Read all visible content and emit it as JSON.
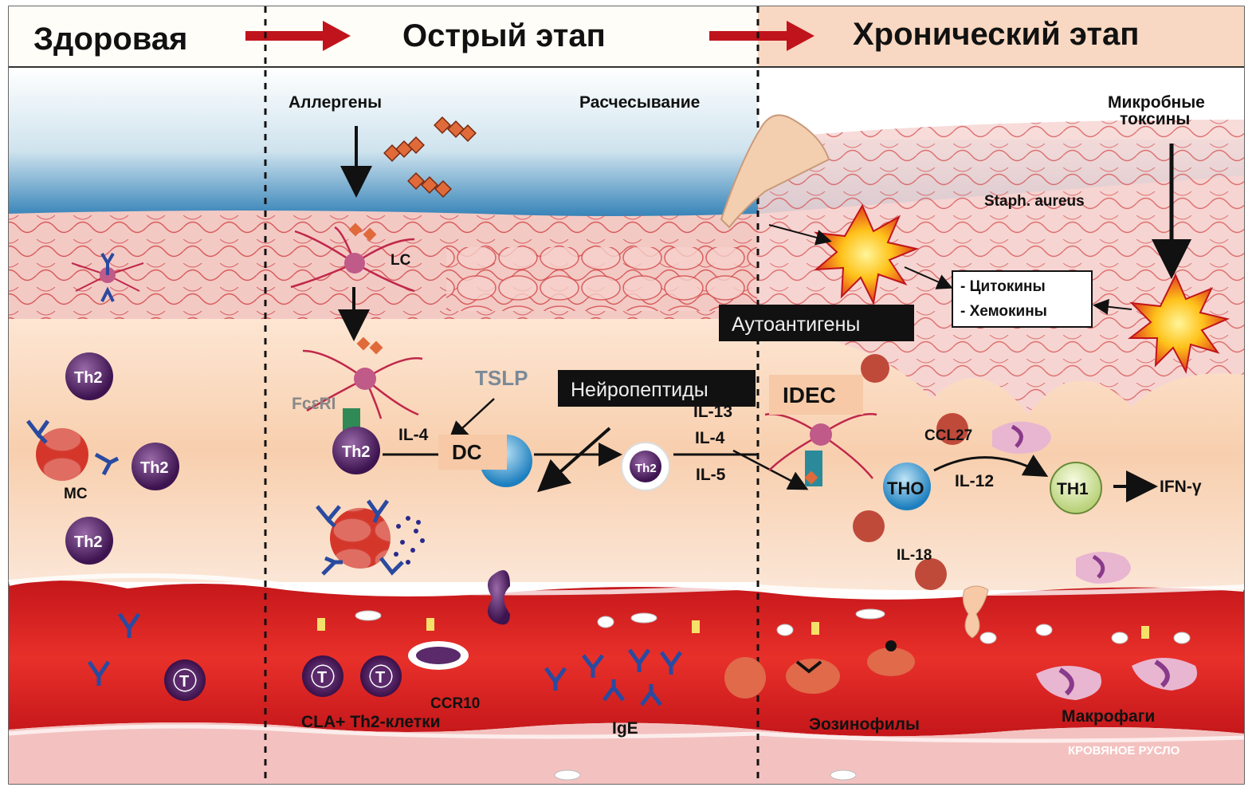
{
  "header": {
    "stage_healthy": "Здоровая",
    "stage_acute": "Острый этап",
    "stage_chronic": "Хронический этап"
  },
  "labels": {
    "allergens": "Аллергены",
    "scratching": "Расчесывание",
    "microbial_toxins_line1": "Микробные",
    "microbial_toxins_line2": "токсины",
    "staph": "Staph. aureus",
    "lc": "LC",
    "cytokines": "- Цитокины",
    "chemokines": "- Хемокины",
    "autoantigens": "Аутоантигены",
    "tslp": "TSLP",
    "neuropeptides": "Нейропептиды",
    "idec": "IDEC",
    "fcer": "FcεRI",
    "il4_left": "IL-4",
    "dc": "DC",
    "il13": "IL-13",
    "il4_mid": "IL-4",
    "il5": "IL-5",
    "ccl27": "CCL27",
    "tho": "THO",
    "il12": "IL-12",
    "th1": "TH1",
    "ifn": "IFN-γ",
    "il18": "IL-18",
    "mc": "MC",
    "th2": "Th2",
    "t": "T",
    "cla_th2": "CLA+ Th2-клетки",
    "ccr10": "CCR10",
    "ige": "IgE",
    "eosinophils": "Эозинофилы",
    "macrophages": "Макрофаги",
    "bloodstream": "КРОВЯНОЕ РУСЛО"
  },
  "colors": {
    "epidermis": "#f3c9c4",
    "dermis": "#fbe3cf",
    "vessel": "#d62020",
    "th2_cell": "#5a2a6a",
    "arrow_red": "#c0141c",
    "antibody": "#2a4aa0"
  }
}
